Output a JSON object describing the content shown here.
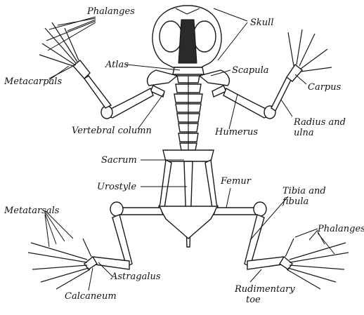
{
  "labels": {
    "skull": "Skull",
    "phalanges_top": "Phalanges",
    "metacarpals": "Metacarpals",
    "atlas": "Atlas",
    "scapula": "Scapula",
    "carpus": "Carpus",
    "vertebral_column": "Vertebral column",
    "humerus": "Humerus",
    "radius_ulna_1": "Radius and",
    "radius_ulna_2": "ulna",
    "sacrum": "Sacrum",
    "urostyle": "Urostyle",
    "femur": "Femur",
    "tibia_fibula_1": "Tibia and",
    "tibia_fibula_2": "fibula",
    "metatarsals": "Metatarsals",
    "phalanges_bottom": "Phalanges",
    "astragalus": "Astragalus",
    "calcaneum": "Calcaneum",
    "rudimentary_1": "Rudimentary",
    "rudimentary_2": "toe"
  }
}
